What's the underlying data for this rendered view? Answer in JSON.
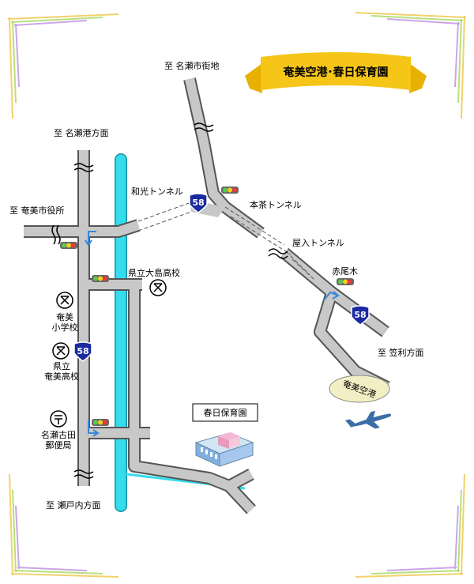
{
  "title": "奄美空港･春日保育園",
  "directions": {
    "naze_city": "至 名瀬市街地",
    "naze_port": "至 名瀬港方面",
    "city_office": "至 奄美市役所",
    "setouchi": "至 瀬戸内方面",
    "kasari": "至 笠利方面"
  },
  "tunnels": {
    "wako": "和光トンネル",
    "honcha": "本茶トンネル",
    "yairi": "屋入トンネル"
  },
  "places": {
    "oshima_hs": "県立大島高校",
    "amami_es_1": "奄美",
    "amami_es_2": "小学校",
    "amami_hs_1": "県立",
    "amami_hs_2": "奄美高校",
    "post_1": "名瀬古田",
    "post_2": "郵便局",
    "akao": "赤尾木",
    "airport": "奄美空港",
    "nursery": "春日保育園"
  },
  "route_signs": [
    "58",
    "58",
    "58"
  ],
  "colors": {
    "road": "#c8c8c8",
    "road_edge": "#555555",
    "river": "#33ddee",
    "route_sign": "#1a2aa0",
    "ribbon": "#f5c518"
  }
}
